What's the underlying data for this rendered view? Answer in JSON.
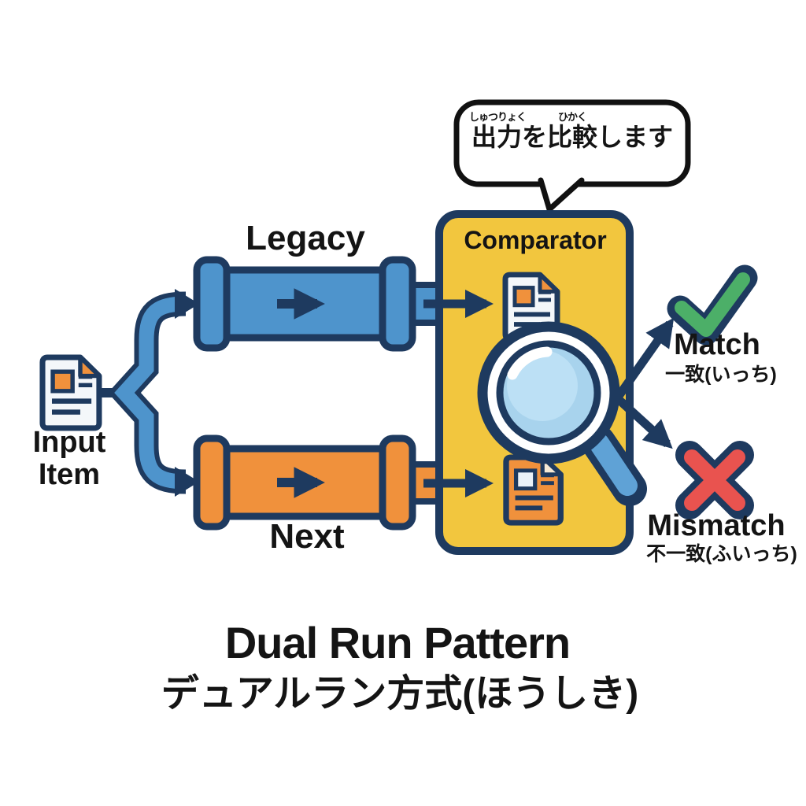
{
  "colors": {
    "navy": "#1E3A5F",
    "blue": "#4E94CC",
    "blue_light": "#5FA2D6",
    "orange": "#F0913C",
    "yellow": "#F2C63E",
    "green": "#4CAF68",
    "red": "#E9534F",
    "lens": "#A8D3ED",
    "lens_light": "#BCE0F5",
    "doc_white": "#F4F7FA",
    "doc_square_light": "#EAF1F8",
    "fold_light": "#F6E9D4",
    "ink": "#141414",
    "bubble_border": "#111111",
    "background": "#FFFFFF"
  },
  "bubble": {
    "furigana_left": "しゅつりょく",
    "furigana_right": "ひかく",
    "text": "出力を比較します"
  },
  "labels": {
    "legacy": "Legacy",
    "next": "Next",
    "comparator": "Comparator",
    "input_line1": "Input",
    "input_line2": "Item"
  },
  "outcomes": {
    "match": {
      "label": "Match",
      "sub": "一致(いっち)"
    },
    "mismatch": {
      "label": "Mismatch",
      "sub": "不一致(ふいっち)"
    }
  },
  "title": {
    "main": "Dual Run Pattern",
    "sub": "デュアルラン方式(ほうしき)"
  },
  "icons": {
    "input_document": "document-icon",
    "legacy_output_document": "document-icon",
    "next_output_document": "document-icon",
    "comparator_lens": "magnifier-icon",
    "match": "check-icon",
    "mismatch": "cross-icon"
  }
}
